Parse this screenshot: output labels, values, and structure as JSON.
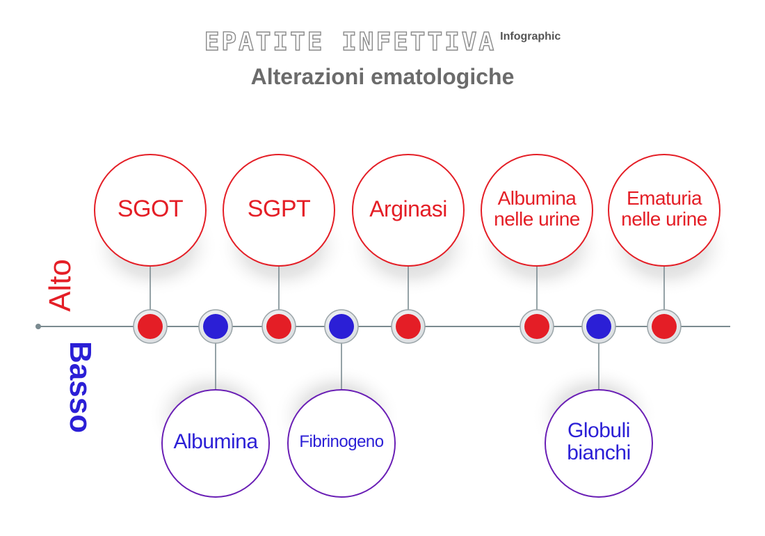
{
  "title": {
    "main": "EPATITE INFETTIVA",
    "suffix": "Infographic",
    "subtitle": "Alterazioni ematologiche"
  },
  "side_labels": {
    "high": "Alto",
    "low": "Basso"
  },
  "colors": {
    "high": "#e41e26",
    "low": "#2b1fd6",
    "low_ring": "#6a1fb5",
    "line": "#7a8a90"
  },
  "items": [
    {
      "lines": [
        "SGOT"
      ],
      "level": "high"
    },
    {
      "lines": [
        "Albumina"
      ],
      "level": "low"
    },
    {
      "lines": [
        "SGPT"
      ],
      "level": "high"
    },
    {
      "lines": [
        "Fibrinogeno"
      ],
      "level": "low"
    },
    {
      "lines": [
        "Arginasi"
      ],
      "level": "high"
    },
    {
      "lines": [
        "Albumina",
        "nelle urine"
      ],
      "level": "high"
    },
    {
      "lines": [
        "Globuli",
        "bianchi"
      ],
      "level": "low"
    },
    {
      "lines": [
        "Ematuria",
        "nelle urine"
      ],
      "level": "high"
    }
  ]
}
